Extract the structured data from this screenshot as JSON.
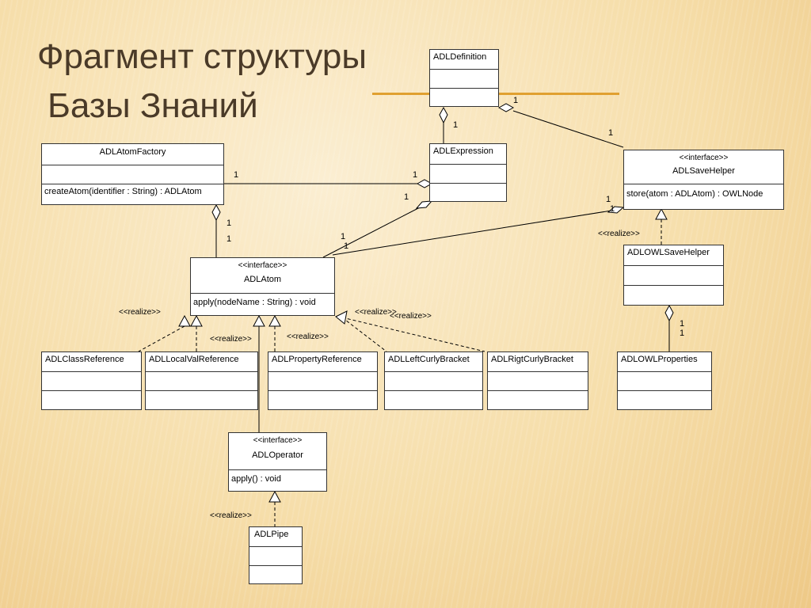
{
  "slide": {
    "title_line1": "Фрагмент структуры",
    "title_line2": "Базы Знаний"
  },
  "classes": {
    "adl_definition": {
      "name": "ADLDefinition"
    },
    "adl_atom_factory": {
      "name": "ADLAtomFactory",
      "method": "createAtom(identifier : String) : ADLAtom"
    },
    "adl_expression": {
      "name": "ADLExpression"
    },
    "adl_save_helper": {
      "stereotype": "<<interface>>",
      "name": "ADLSaveHelper",
      "method": "store(atom : ADLAtom) : OWLNode"
    },
    "adl_atom": {
      "stereotype": "<<interface>>",
      "name": "ADLAtom",
      "method": "apply(nodeName : String) : void"
    },
    "adl_owl_save_helper": {
      "name": "ADLOWLSaveHelper"
    },
    "adl_class_reference": {
      "name": "ADLClassReference"
    },
    "adl_local_val_reference": {
      "name": "ADLLocalValReference"
    },
    "adl_property_reference": {
      "name": "ADLPropertyReference"
    },
    "adl_left_curly_bracket": {
      "name": "ADLLeftCurlyBracket"
    },
    "adl_rigt_curly_bracket": {
      "name": "ADLRigtCurlyBracket"
    },
    "adl_owl_properties": {
      "name": "ADLOWLProperties"
    },
    "adl_operator": {
      "stereotype": "<<interface>>",
      "name": "ADLOperator",
      "method": "apply() : void"
    },
    "adl_pipe": {
      "name": "ADLPipe"
    }
  },
  "labels": {
    "one": "1",
    "realize": "<<realize>>"
  }
}
